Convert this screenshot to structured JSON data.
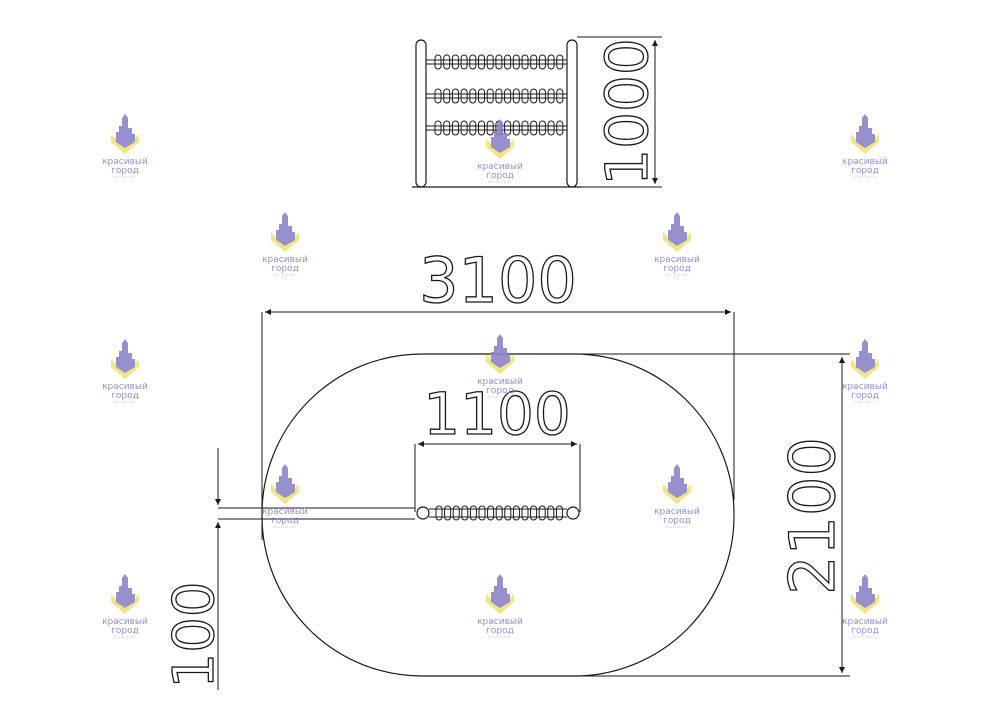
{
  "dimensions": {
    "width_overall": "3100",
    "width_inner": "1100",
    "depth_overall": "2100",
    "offset": "100",
    "height_elevation": "1000"
  },
  "watermark": {
    "brand_line1": "красивый",
    "brand_line2": "город",
    "icon": "city-shield-logo-icon"
  },
  "colors": {
    "line": "#1a1a1a",
    "watermark_purple": "#8b85c9",
    "watermark_yellow": "#f2e27a"
  }
}
